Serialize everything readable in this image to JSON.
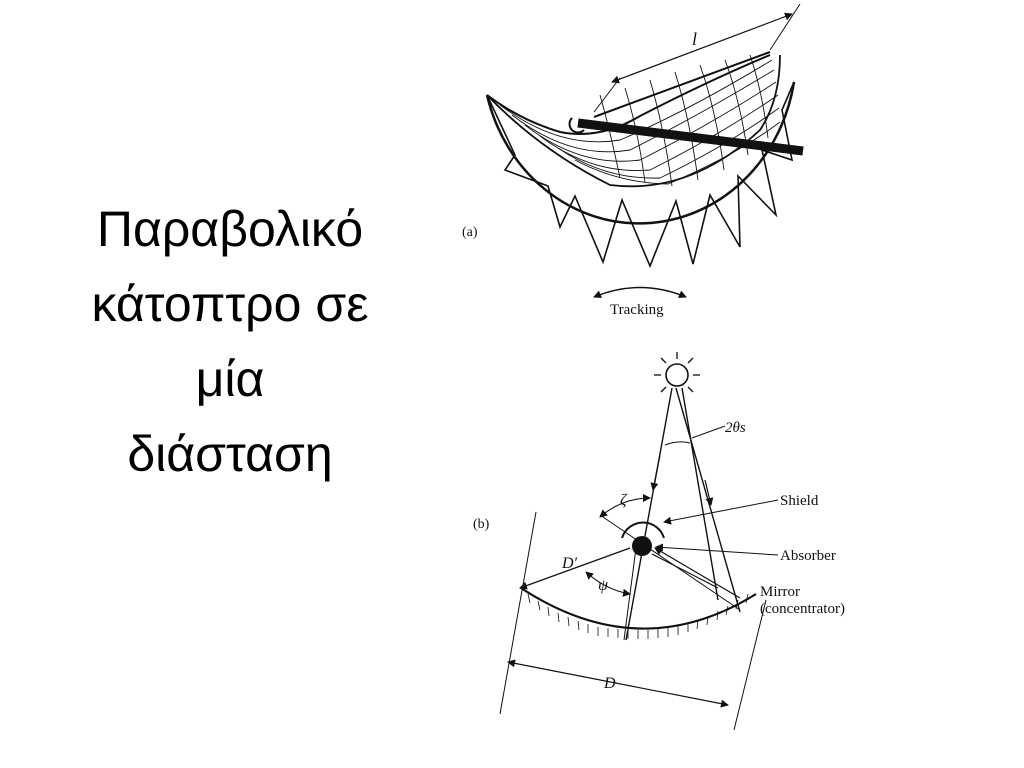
{
  "slide": {
    "title_lines": [
      "Παραβολικό",
      "κάτοπτρο σε",
      "μία",
      "διάσταση"
    ]
  },
  "figure_a": {
    "panel_label": "(a)",
    "length_label": "l",
    "tracking_label": "Tracking"
  },
  "figure_b": {
    "panel_label": "(b)",
    "angle_sun_label": "2θs",
    "zeta_label": "ζ",
    "psi_label": "ψ",
    "d_prime_label": "D′",
    "d_label": "D",
    "shield_label": "Shield",
    "absorber_label": "Absorber",
    "mirror_label": "Mirror",
    "concentrator_label": "(concentrator)"
  },
  "colors": {
    "ink": "#111111",
    "background": "#ffffff"
  }
}
